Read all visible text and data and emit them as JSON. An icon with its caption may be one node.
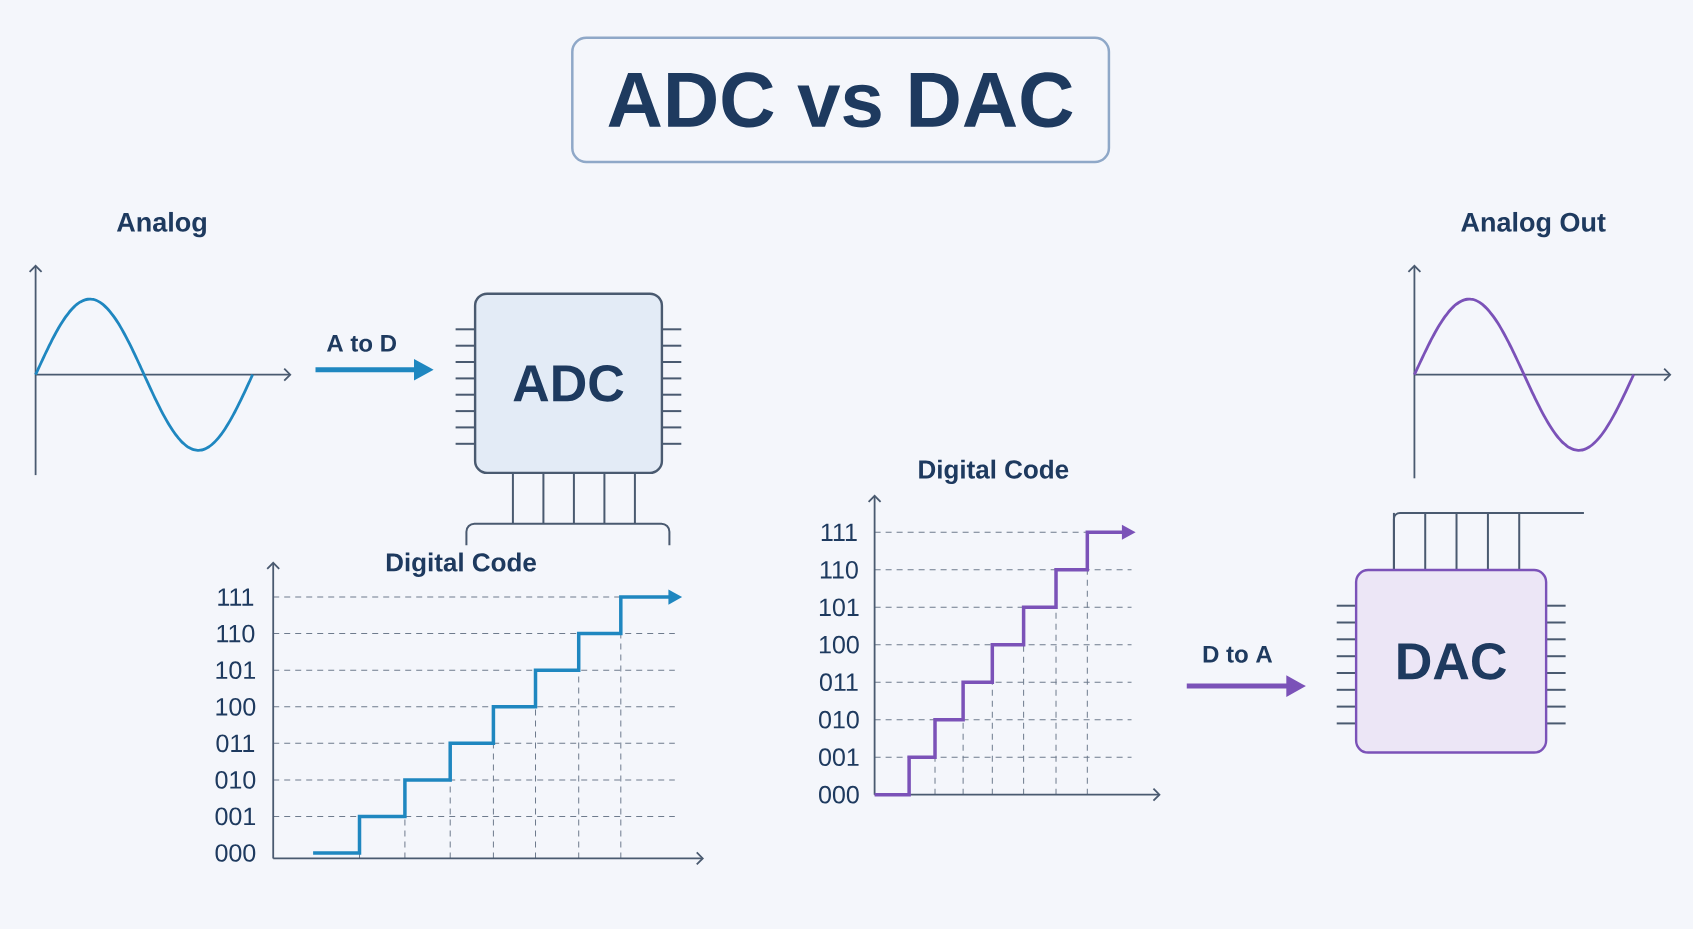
{
  "diagram": {
    "title": "ADC vs DAC",
    "nodes": [
      {
        "text": [
          "Analog"
        ]
      },
      {
        "text": [
          "ADC"
        ]
      },
      {
        "text": [
          "Digital Code"
        ]
      },
      {
        "text": [
          "Digital Code"
        ]
      },
      {
        "text": [
          "DAC"
        ]
      },
      {
        "text": [
          "Analog Out"
        ]
      }
    ],
    "edges": [
      {
        "from": 0,
        "to": 1,
        "arrow": "to",
        "label": "A to D",
        "color": "#1f87c0"
      },
      {
        "from": 3,
        "to": 4,
        "arrow": "to",
        "label": "D to A",
        "color": "#7b52b8"
      }
    ],
    "labels": [
      "111",
      "110",
      "101",
      "100",
      "011",
      "010",
      "001",
      "000",
      "111",
      "110",
      "101",
      "100",
      "011",
      "010",
      "001",
      "000"
    ]
  }
}
